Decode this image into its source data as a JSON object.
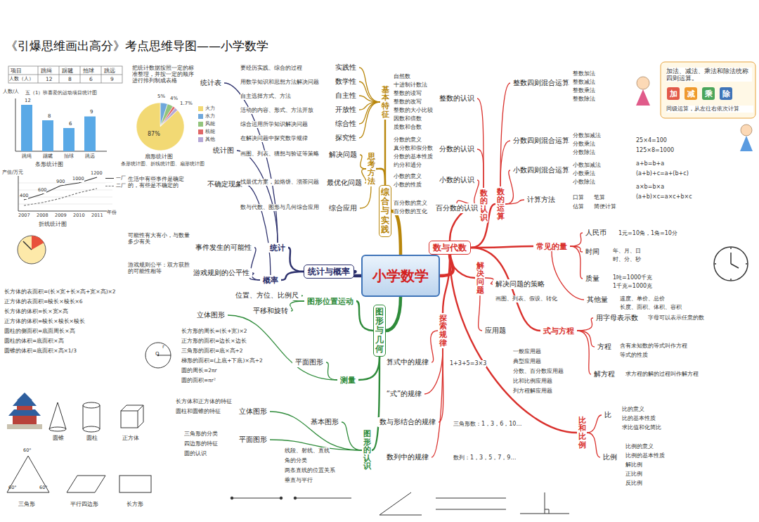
{
  "diagram": {
    "title": "《引爆思维画出高分》考点思维导图——小学数学",
    "nodes": [
      {
        "text": [
          "小学数学"
        ]
      },
      {
        "text": [
          "数与代数"
        ]
      },
      {
        "text": [
          "数的认识"
        ]
      },
      {
        "text": [
          "整数的认识"
        ]
      },
      {
        "text": [
          "分数的认识"
        ]
      },
      {
        "text": [
          "小数的认识"
        ]
      },
      {
        "text": [
          "百分数的认识"
        ]
      },
      {
        "text": [
          "数的运算"
        ]
      },
      {
        "text": [
          "整数四则混合运算"
        ]
      },
      {
        "text": [
          "分数四则混合运算"
        ]
      },
      {
        "text": [
          "小数四则混合运算"
        ]
      },
      {
        "text": [
          "计算方法"
        ]
      },
      {
        "text": [
          "常见的量"
        ]
      },
      {
        "text": [
          "人民币"
        ]
      },
      {
        "text": [
          "时间"
        ]
      },
      {
        "text": [
          "质量"
        ]
      },
      {
        "text": [
          "其他量"
        ]
      },
      {
        "text": [
          "解决问题"
        ]
      },
      {
        "text": [
          "解决问题的策略"
        ]
      },
      {
        "text": [
          "应用题"
        ]
      },
      {
        "text": [
          "式与方程"
        ]
      },
      {
        "text": [
          "用字母表示数"
        ]
      },
      {
        "text": [
          "方程"
        ]
      },
      {
        "text": [
          "解方程"
        ]
      },
      {
        "text": [
          "比和比例"
        ]
      },
      {
        "text": [
          "比"
        ]
      },
      {
        "text": [
          "比例"
        ]
      },
      {
        "text": [
          "探索规律"
        ]
      },
      {
        "text": [
          "算式中的规律"
        ]
      },
      {
        "text": [
          "“式”的规律"
        ]
      },
      {
        "text": [
          "数与形结合的规律"
        ]
      },
      {
        "text": [
          "数列中的规律"
        ]
      },
      {
        "text": [
          "统计与概率"
        ]
      },
      {
        "text": [
          "统计"
        ]
      },
      {
        "text": [
          "统计表"
        ]
      },
      {
        "text": [
          "统计图"
        ]
      },
      {
        "text": [
          "概率"
        ]
      },
      {
        "text": [
          "不确定现象"
        ]
      },
      {
        "text": [
          "事件发生的可能性"
        ]
      },
      {
        "text": [
          "游戏规则的公平性"
        ]
      },
      {
        "text": [
          "综合与实践"
        ]
      },
      {
        "text": [
          "基本特征"
        ]
      },
      {
        "text": [
          "实践性"
        ]
      },
      {
        "text": [
          "数学性"
        ]
      },
      {
        "text": [
          "自主性"
        ]
      },
      {
        "text": [
          "开放性"
        ]
      },
      {
        "text": [
          "综合性"
        ]
      },
      {
        "text": [
          "探究性"
        ]
      },
      {
        "text": [
          "思考方法"
        ]
      },
      {
        "text": [
          "解决问题"
        ]
      },
      {
        "text": [
          "最优化问题"
        ]
      },
      {
        "text": [
          "综合应用"
        ]
      },
      {
        "text": [
          "图形与几何"
        ]
      },
      {
        "text": [
          "图形位置运动"
        ]
      },
      {
        "text": [
          "位置、方位、比例尺"
        ]
      },
      {
        "text": [
          "平移和旋转"
        ]
      },
      {
        "text": [
          "测量"
        ]
      },
      {
        "text": [
          "立体图形"
        ]
      },
      {
        "text": [
          "平面图形"
        ]
      },
      {
        "text": [
          "图形的认识"
        ]
      },
      {
        "text": [
          "基本图形"
        ]
      },
      {
        "text": [
          "立体图形"
        ]
      },
      {
        "text": [
          "平面图形"
        ]
      }
    ],
    "edges": [
      {
        "from": 0,
        "to": 1,
        "arrow": "none"
      },
      {
        "from": 1,
        "to": 2,
        "arrow": "none"
      },
      {
        "from": 2,
        "to": 3,
        "arrow": "none"
      },
      {
        "from": 2,
        "to": 4,
        "arrow": "none"
      },
      {
        "from": 2,
        "to": 5,
        "arrow": "none"
      },
      {
        "from": 2,
        "to": 6,
        "arrow": "none"
      },
      {
        "from": 1,
        "to": 7,
        "arrow": "none"
      },
      {
        "from": 7,
        "to": 8,
        "arrow": "none"
      },
      {
        "from": 7,
        "to": 9,
        "arrow": "none"
      },
      {
        "from": 7,
        "to": 10,
        "arrow": "none"
      },
      {
        "from": 7,
        "to": 11,
        "arrow": "none"
      },
      {
        "from": 1,
        "to": 12,
        "arrow": "none"
      },
      {
        "from": 12,
        "to": 13,
        "arrow": "none"
      },
      {
        "from": 12,
        "to": 14,
        "arrow": "none"
      },
      {
        "from": 12,
        "to": 15,
        "arrow": "none"
      },
      {
        "from": 12,
        "to": 16,
        "arrow": "none"
      },
      {
        "from": 1,
        "to": 17,
        "arrow": "none"
      },
      {
        "from": 17,
        "to": 18,
        "arrow": "none"
      },
      {
        "from": 17,
        "to": 19,
        "arrow": "none"
      },
      {
        "from": 1,
        "to": 20,
        "arrow": "none"
      },
      {
        "from": 20,
        "to": 21,
        "arrow": "none"
      },
      {
        "from": 20,
        "to": 22,
        "arrow": "none"
      },
      {
        "from": 20,
        "to": 23,
        "arrow": "none"
      },
      {
        "from": 1,
        "to": 24,
        "arrow": "none"
      },
      {
        "from": 24,
        "to": 25,
        "arrow": "none"
      },
      {
        "from": 24,
        "to": 26,
        "arrow": "none"
      },
      {
        "from": 1,
        "to": 27,
        "arrow": "none"
      },
      {
        "from": 27,
        "to": 28,
        "arrow": "none"
      },
      {
        "from": 27,
        "to": 29,
        "arrow": "none"
      },
      {
        "from": 27,
        "to": 30,
        "arrow": "none"
      },
      {
        "from": 27,
        "to": 31,
        "arrow": "none"
      },
      {
        "from": 0,
        "to": 32,
        "arrow": "none"
      },
      {
        "from": 32,
        "to": 33,
        "arrow": "none"
      },
      {
        "from": 33,
        "to": 34,
        "arrow": "none"
      },
      {
        "from": 33,
        "to": 35,
        "arrow": "none"
      },
      {
        "from": 32,
        "to": 36,
        "arrow": "none"
      },
      {
        "from": 36,
        "to": 37,
        "arrow": "none"
      },
      {
        "from": 36,
        "to": 38,
        "arrow": "none"
      },
      {
        "from": 36,
        "to": 39,
        "arrow": "none"
      },
      {
        "from": 0,
        "to": 40,
        "arrow": "none"
      },
      {
        "from": 40,
        "to": 41,
        "arrow": "none"
      },
      {
        "from": 41,
        "to": 42,
        "arrow": "none"
      },
      {
        "from": 41,
        "to": 43,
        "arrow": "none"
      },
      {
        "from": 41,
        "to": 44,
        "arrow": "none"
      },
      {
        "from": 41,
        "to": 45,
        "arrow": "none"
      },
      {
        "from": 41,
        "to": 46,
        "arrow": "none"
      },
      {
        "from": 41,
        "to": 47,
        "arrow": "none"
      },
      {
        "from": 40,
        "to": 48,
        "arrow": "none"
      },
      {
        "from": 48,
        "to": 49,
        "arrow": "none"
      },
      {
        "from": 48,
        "to": 50,
        "arrow": "none"
      },
      {
        "from": 48,
        "to": 51,
        "arrow": "none"
      },
      {
        "from": 0,
        "to": 52,
        "arrow": "none"
      },
      {
        "from": 52,
        "to": 53,
        "arrow": "none"
      },
      {
        "from": 53,
        "to": 54,
        "arrow": "none"
      },
      {
        "from": 53,
        "to": 55,
        "arrow": "none"
      },
      {
        "from": 52,
        "to": 56,
        "arrow": "none"
      },
      {
        "from": 56,
        "to": 57,
        "arrow": "none"
      },
      {
        "from": 56,
        "to": 58,
        "arrow": "none"
      },
      {
        "from": 52,
        "to": 59,
        "arrow": "none"
      },
      {
        "from": 59,
        "to": 60,
        "arrow": "none"
      },
      {
        "from": 59,
        "to": 61,
        "arrow": "none"
      },
      {
        "from": 59,
        "to": 62,
        "arrow": "none"
      }
    ],
    "labels": [
      "项目",
      "跳绳",
      "踢毽",
      "拍球",
      "跳远",
      "人数（人）",
      "12",
      "8",
      "6",
      "9",
      "人数/人",
      "五（1）班喜爱的运动项目统计图",
      "12",
      "8",
      "6",
      "9",
      "跳绳",
      "踢毽",
      "拍球",
      "跳远",
      "条形统计图",
      "87%",
      "5%",
      "4%",
      "1.7%",
      "扇形统计图",
      "产值/万元",
      "2007",
      "2008",
      "2009",
      "2010",
      "2011",
      "年份",
      "400",
      "600",
      "900",
      "1000",
      "1200",
      "折线统计图",
      "把统计数据按照一定的标准整理，并按一定的顺序进行排列制成表格",
      "条形统计图、折线统计图、扇形统计图",
      "生活中有些事件是确定的，有些是不确定的",
      "可能性有大有小，与数量多少有关",
      "游戏规则公平：双方获胜的可能性相等",
      "要经历实践、综合的过程",
      "用数学知识和思想方法解决问题",
      "自主选择方式、方法",
      "活动的内容、形式、方法开放",
      "综合运用所学知识解决问题",
      "在解决问题中探究数学规律",
      "画图、列表、猜想与验证等策略",
      "找最优方案，如烙饼、沏茶问题",
      "数与代数、图形与几何综合应用",
      "自然数",
      "十进制计数法",
      "整数的读写",
      "整数的改写",
      "整数的大小比较",
      "因数和倍数",
      "质数和合数",
      "分数的意义",
      "真分数和假分数",
      "分数的基本性质",
      "约分和通分",
      "小数的意义",
      "小数的性质",
      "百分数的意义",
      "百分数的互化",
      "整数加法",
      "整数减法",
      "整数乘法",
      "整数除法",
      "分数加减法",
      "分数乘法",
      "分数除法",
      "小数加减法",
      "小数乘法",
      "小数除法",
      "口算",
      "笔算",
      "估算",
      "简便计算",
      "25×4=100",
      "125×8=1000",
      "a+b=b+a",
      "(a+b)+c=a+(b+c)",
      "a×b=b×a",
      "(a+b)×c=a×c+b×c",
      "加法、减法、乘法和除法统称四则运算。",
      "加",
      "减",
      "乘",
      "除",
      "同级运算，从左往右依次计算",
      "1元=10角，1角=10分",
      "年、月、日",
      "时、分、秒",
      "1吨=1000千克",
      "1千克=1000克",
      "速度、单价、总价",
      "长度、面积、体积、容积",
      "画图、列表、假设、转化",
      "一般应用题",
      "典型应用题",
      "分数、百分数应用题",
      "比和比例应用题",
      "列方程解应用题",
      "1+3+5=3×3",
      "三角形数：1，3，6，10…",
      "数列：1，3，5，7，9…",
      "字母可以表示任意的数",
      "含有未知数的等式叫作方程",
      "等式的性质",
      "求方程的解的过程叫作解方程",
      "比的意义",
      "比的基本性质",
      "求比值和化简比",
      "比例的意义",
      "比例的基本性质",
      "解比例",
      "正比例",
      "反比例",
      "长方体的表面积=(长×宽+长×高+宽×高)×2",
      "正方体的表面积=棱长×棱长×6",
      "长方体的体积=长×宽×高",
      "正方体的体积=棱长×棱长×棱长",
      "圆柱的侧面积=底面周长×高",
      "圆柱的体积=底面积×高",
      "圆锥的体积=底面积×高×1/3",
      "长方形的周长=(长+宽)×2",
      "正方形的面积=边长×边长",
      "三角形的面积=底×高÷2",
      "梯形的面积=(上底+下底)×高÷2",
      "圆的周长=2πr",
      "圆的面积=πr²",
      "O",
      "r",
      "线段、射线、直线",
      "角的分类",
      "两条直线的位置关系",
      "垂直与平行",
      "长方体和正方体的特征",
      "圆柱和圆锥的特征",
      "三角形的分类",
      "四边形的特征",
      "圆的认识",
      "圆锥",
      "圆柱",
      "正方体",
      "三角形",
      "60°",
      "60°",
      "60°",
      "平行四边形",
      "长方形"
    ],
    "legend": [
      {
        "text": "火力",
        "color": "#f2d974"
      },
      {
        "text": "水力",
        "color": "#6fa8dc"
      },
      {
        "text": "风能",
        "color": "#93c47d"
      },
      {
        "text": "核能",
        "color": "#e06666"
      },
      {
        "text": "其他",
        "color": "#b4a7d6"
      },
      {
        "text": "一厂"
      },
      {
        "text": "二厂"
      }
    ]
  }
}
